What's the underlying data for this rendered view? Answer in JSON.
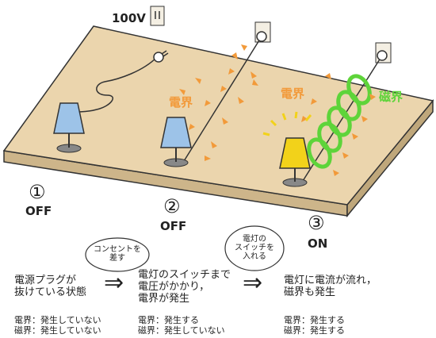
{
  "voltage_label": "100V",
  "scenes": [
    {
      "number": "①",
      "state": "OFF"
    },
    {
      "number": "②",
      "state": "OFF",
      "electric_field_label": "電界"
    },
    {
      "number": "③",
      "state": "ON",
      "electric_field_label": "電界",
      "magnetic_field_label": "磁界"
    }
  ],
  "actions": [
    {
      "line1": "コンセントを",
      "line2": "差す"
    },
    {
      "line1": "電灯の",
      "line2": "スイッチを",
      "line3": "入れる"
    }
  ],
  "descriptions": [
    {
      "line1": "電源プラグが",
      "line2": "抜けている状態",
      "electric": "電界：発生していない",
      "magnetic": "磁界：発生していない"
    },
    {
      "line1": "電灯のスイッチまで",
      "line2": "電圧がかかり，",
      "line3": "電界が発生",
      "electric": "電界：発生する",
      "magnetic": "磁界：発生していない"
    },
    {
      "line1": "電灯に電流が流れ，",
      "line2": "磁界も発生",
      "electric": "電界：発生する",
      "magnetic": "磁界：発生する"
    }
  ],
  "arrow_glyph": "⇒",
  "colors": {
    "board": "#ebd5ad",
    "electric_field": "#f29a3a",
    "magnetic_field": "#5ed43a",
    "lamp_off": "#9dc3e8",
    "lamp_on": "#f2d21a"
  }
}
